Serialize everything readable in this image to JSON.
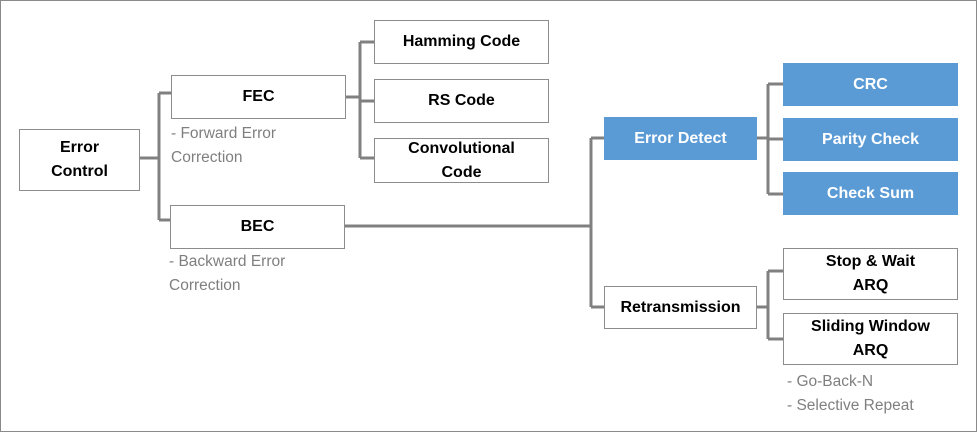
{
  "nodes": {
    "error_control": "Error\nControl",
    "fec": "FEC",
    "bec": "BEC",
    "hamming_code": "Hamming Code",
    "rs_code": "RS Code",
    "convolutional_code": "Convolutional\nCode",
    "error_detect": "Error Detect",
    "retransmission": "Retransmission",
    "crc": "CRC",
    "parity_check": "Parity Check",
    "check_sum": "Check Sum",
    "stop_and_wait_arq": "Stop & Wait\nARQ",
    "sliding_window_arq": "Sliding Window\nARQ"
  },
  "notes": {
    "fec": "- Forward Error\n  Correction",
    "bec": "- Backward Error\n  Correction",
    "sliding_window": "- Go-Back-N\n- Selective Repeat"
  },
  "colors": {
    "highlight": "#5b9bd5",
    "connector": "#808080",
    "note_text": "#7f7f7f"
  }
}
